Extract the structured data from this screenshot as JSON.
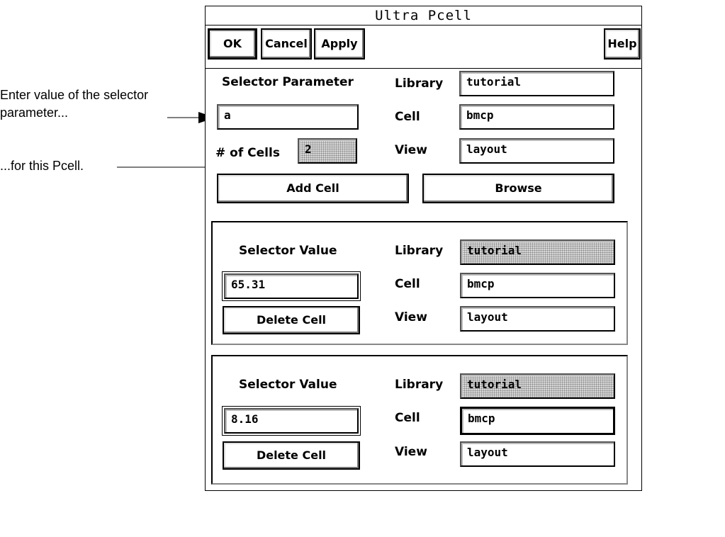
{
  "annotations": {
    "selector_line1": "Enter value of the selector",
    "selector_line2": "parameter...",
    "pcell": "...for this Pcell."
  },
  "dialog": {
    "title": "Ultra Pcell",
    "buttons": {
      "ok": "OK",
      "cancel": "Cancel",
      "apply": "Apply",
      "help": "Help"
    },
    "top": {
      "selector_parameter_label": "Selector Parameter",
      "selector_parameter_value": "a",
      "num_cells_label": "# of Cells",
      "num_cells_value": "2",
      "library_label": "Library",
      "library_value": "tutorial",
      "cell_label": "Cell",
      "cell_value": "bmcp",
      "view_label": "View",
      "view_value": "layout",
      "add_cell_button": "Add Cell",
      "browse_button": "Browse"
    },
    "cells": [
      {
        "selector_value_label": "Selector Value",
        "selector_value": "65.31",
        "delete_button": "Delete Cell",
        "library_label": "Library",
        "library_value": "tutorial",
        "cell_label": "Cell",
        "cell_value": "bmcp",
        "view_label": "View",
        "view_value": "layout"
      },
      {
        "selector_value_label": "Selector Value",
        "selector_value": "8.16",
        "delete_button": "Delete Cell",
        "library_label": "Library",
        "library_value": "tutorial",
        "cell_label": "Cell",
        "cell_value": "bmcp",
        "view_label": "View",
        "view_value": "layout"
      }
    ]
  }
}
